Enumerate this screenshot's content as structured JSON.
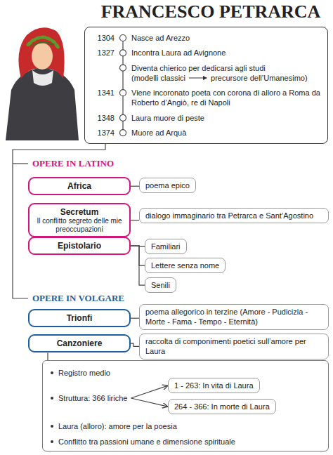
{
  "diagram": {
    "title": "FRANCESCO PETRARCA",
    "nodes": [
      {
        "text": [
          "1304",
          "Nasce ad Arezzo",
          "1327",
          "Incontra Laura ad Avignone",
          "Diventa chierico per dedicarsi agli studi",
          "(modelli classici",
          "precursore dell’Umanesimo)",
          "1341",
          "Viene incoronato poeta con corona di alloro a Roma da Roberto d’Angiò, re di Napoli",
          "1348",
          "Laura muore di peste",
          "1374",
          "Muore ad Arquà"
        ]
      },
      {
        "text": [
          "Africa"
        ]
      },
      {
        "text": [
          "poema epico"
        ]
      },
      {
        "text": [
          "Secretum",
          "Il conflitto segreto delle mie preoccupazioni"
        ]
      },
      {
        "text": [
          "dialogo immaginario tra Petrarca e Sant’Agostino"
        ]
      },
      {
        "text": [
          "Epistolario"
        ]
      },
      {
        "text": [
          "Familiari"
        ]
      },
      {
        "text": [
          "Lettere senza nome"
        ]
      },
      {
        "text": [
          "Senili"
        ]
      },
      {
        "text": [
          "Trionfi"
        ]
      },
      {
        "text": [
          "poema allegorico in terzine (Amore - Pudicizia - Morte - Fama - Tempo - Eternità)"
        ]
      },
      {
        "text": [
          "Canzoniere"
        ]
      },
      {
        "text": [
          "raccolta di componimenti poetici sull’amore per Laura"
        ]
      },
      {
        "text": [
          "Registro medio",
          "Struttura: 366 liriche",
          "Laura (alloro): amore per la poesia",
          "Conflitto tra passioni umane e dimensione spirituale"
        ]
      },
      {
        "text": [
          "1 - 263: In vita di Laura"
        ],
        "in": 13
      },
      {
        "text": [
          "264 - 366: In morte di Laura"
        ],
        "in": 13
      }
    ],
    "edges": [
      {
        "from": 1,
        "to": 2,
        "arrow": "none"
      },
      {
        "from": 3,
        "to": 4,
        "arrow": "none"
      },
      {
        "from": 5,
        "to": 6,
        "arrow": "none"
      },
      {
        "from": 5,
        "to": 7,
        "arrow": "none"
      },
      {
        "from": 5,
        "to": 8,
        "arrow": "none"
      },
      {
        "from": 9,
        "to": 10,
        "arrow": "none"
      },
      {
        "from": 11,
        "to": 12,
        "arrow": "none"
      },
      {
        "from": 11,
        "to": 13,
        "arrow": "none"
      },
      {
        "from": 13,
        "to": 14,
        "arrow": "to"
      },
      {
        "from": 13,
        "to": 15,
        "arrow": "to"
      }
    ],
    "labels": [
      "OPERE IN LATINO",
      "OPERE IN VOLGARE"
    ]
  }
}
